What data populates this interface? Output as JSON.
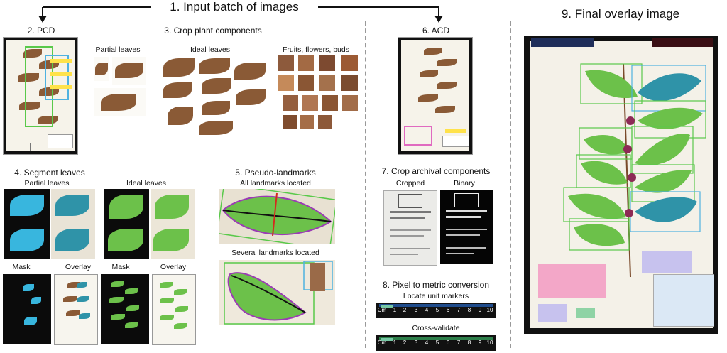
{
  "header": {
    "title": "1.  Input batch of images"
  },
  "sections": {
    "pcd": "2. PCD",
    "crop_plant": "3. Crop plant components",
    "crop_sub": {
      "partial": "Partial leaves",
      "ideal": "Ideal leaves",
      "fruits": "Fruits, flowers, buds"
    },
    "segment": "4. Segment leaves",
    "segment_sub": {
      "partial": "Partial leaves",
      "ideal": "Ideal leaves",
      "mask1": "Mask",
      "overlay1": "Overlay",
      "mask2": "Mask",
      "overlay2": "Overlay"
    },
    "pseudo": "5. Pseudo-landmarks",
    "pseudo_sub": {
      "all": "All landmarks located",
      "several": "Several landmarks located"
    },
    "acd": "6. ACD",
    "crop_archival": "7. Crop archival components",
    "crop_archival_sub": {
      "cropped": "Cropped",
      "binary": "Binary"
    },
    "pixel": "8. Pixel to metric conversion",
    "pixel_sub": {
      "locate": "Locate unit markers",
      "cross": "Cross-validate"
    },
    "final": "9.  Final overlay image"
  },
  "ruler": {
    "unit": "Cm",
    "ticks": [
      "1",
      "2",
      "3",
      "4",
      "5",
      "6",
      "7",
      "8",
      "9",
      "10"
    ]
  }
}
